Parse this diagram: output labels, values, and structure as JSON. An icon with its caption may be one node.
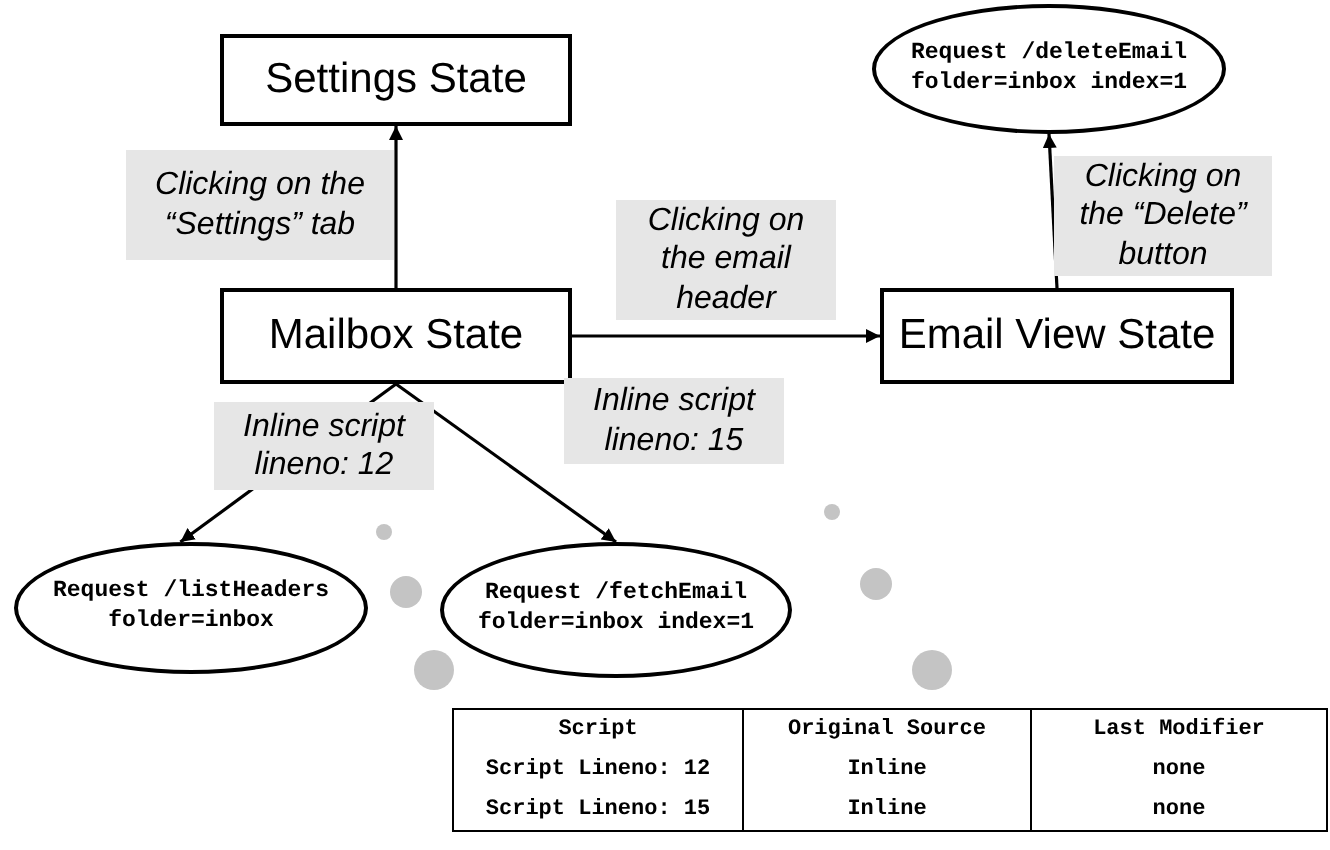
{
  "diagram": {
    "nodes": [
      {
        "text": [
          "Settings State"
        ]
      },
      {
        "text": [
          "Mailbox State"
        ]
      },
      {
        "text": [
          "Email View State"
        ]
      },
      {
        "text": [
          "Request /deleteEmail folder=inbox index=1"
        ]
      },
      {
        "text": [
          "Request /listHeaders folder=inbox"
        ]
      },
      {
        "text": [
          "Request /fetchEmail folder=inbox index=1"
        ]
      }
    ],
    "edges": [
      {
        "from": 1,
        "to": 0,
        "arrow": "to",
        "label": "Clicking on the “Settings” tab"
      },
      {
        "from": 1,
        "to": 2,
        "arrow": "to",
        "label": "Clicking on the email header"
      },
      {
        "from": 2,
        "to": 3,
        "arrow": "to",
        "label": "Clicking on the “Delete” button"
      },
      {
        "from": 1,
        "to": 4,
        "arrow": "to",
        "label": "Inline script lineno: 12"
      },
      {
        "from": 1,
        "to": 5,
        "arrow": "to",
        "label": "Inline script lineno: 15"
      }
    ],
    "labels": [
      "Script",
      "Original Source",
      "Last Modifier",
      "Script Lineno: 12",
      "Inline",
      "none",
      "Script Lineno: 15",
      "Inline",
      "none"
    ]
  }
}
